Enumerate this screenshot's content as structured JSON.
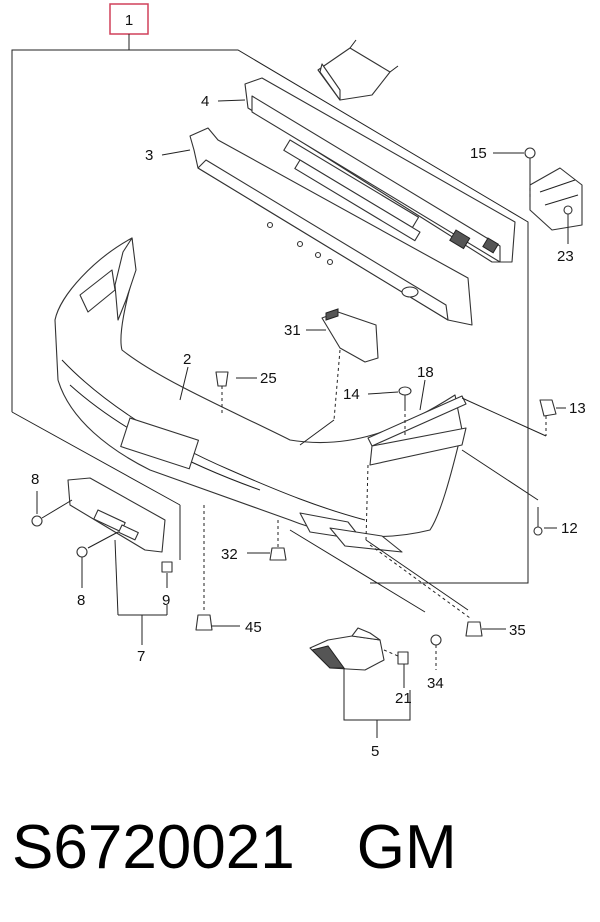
{
  "diagram": {
    "assembly_callout": "1",
    "callout_color": "#d0405a",
    "labels": {
      "c2": "2",
      "c3": "3",
      "c4": "4",
      "c5": "5",
      "c7": "7",
      "c8a": "8",
      "c8b": "8",
      "c9": "9",
      "c12": "12",
      "c13": "13",
      "c14": "14",
      "c15": "15",
      "c18": "18",
      "c21": "21",
      "c23": "23",
      "c25": "25",
      "c31": "31",
      "c32": "32",
      "c34": "34",
      "c35": "35",
      "c45": "45"
    }
  },
  "footer": {
    "part_number": "S6720021",
    "brand": "GM"
  }
}
